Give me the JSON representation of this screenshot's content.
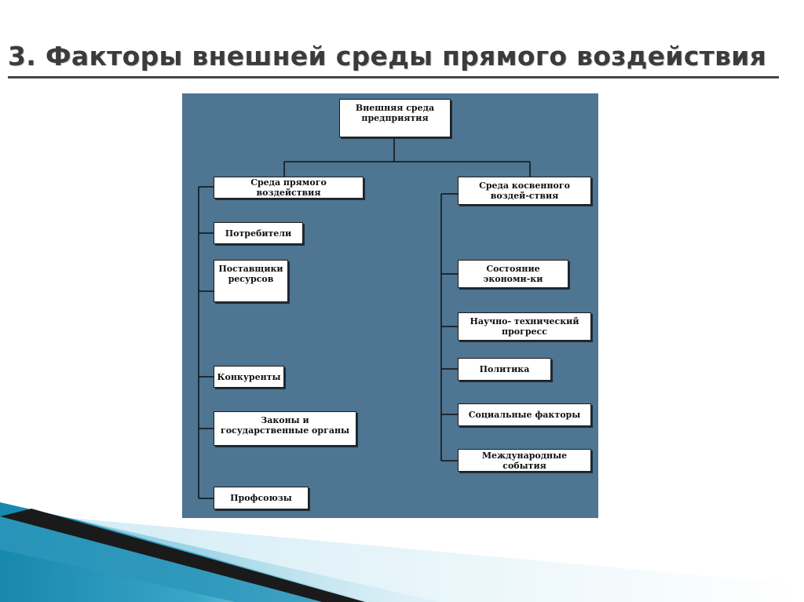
{
  "slide": {
    "title": "3. Факторы внешней среды прямого воздействия"
  },
  "diagram": {
    "root": "Внешняя среда предприятия",
    "direct": {
      "heading": "Среда прямого воздействия",
      "items": [
        "Потребители",
        "Поставщики ресурсов",
        "Конкуренты",
        "Законы и государственные органы",
        "Профсоюзы"
      ]
    },
    "indirect": {
      "heading": "Среда косвенного воздей-ствия",
      "items": [
        "Состояние экономи-ки",
        "Научно- технический прогресс",
        "Политика",
        "Социальные факторы",
        "Международные события"
      ]
    }
  },
  "colors": {
    "panel": "#4e7592",
    "footer_teal": "#1f8fb0",
    "footer_dark": "#1a1a1a"
  }
}
